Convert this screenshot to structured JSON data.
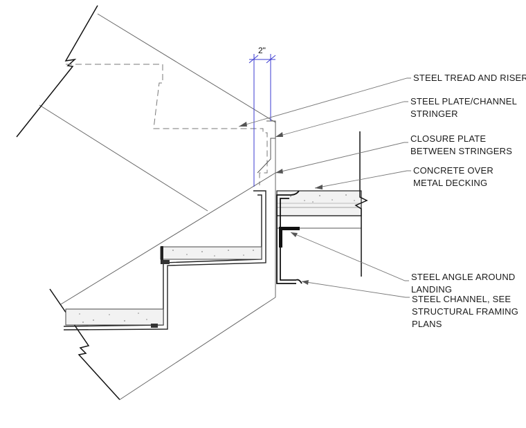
{
  "dimension": {
    "label": "2\""
  },
  "callouts": [
    {
      "lines": [
        "STEEL TREAD AND RISER"
      ]
    },
    {
      "lines": [
        "STEEL PLATE/CHANNEL",
        "STRINGER"
      ]
    },
    {
      "lines": [
        "CLOSURE PLATE",
        "BETWEEN STRINGERS"
      ]
    },
    {
      "lines": [
        "CONCRETE OVER",
        "METAL DECKING"
      ]
    },
    {
      "lines": [
        "STEEL ANGLE AROUND",
        "LANDING"
      ]
    },
    {
      "lines": [
        "STEEL CHANNEL, SEE",
        "STRUCTURAL FRAMING",
        "PLANS"
      ]
    }
  ],
  "colors": {
    "line": "#555555",
    "dark": "#111111",
    "leader": "#777777",
    "dimension": "#3a3ad0",
    "concrete": "#f2f2f2"
  }
}
